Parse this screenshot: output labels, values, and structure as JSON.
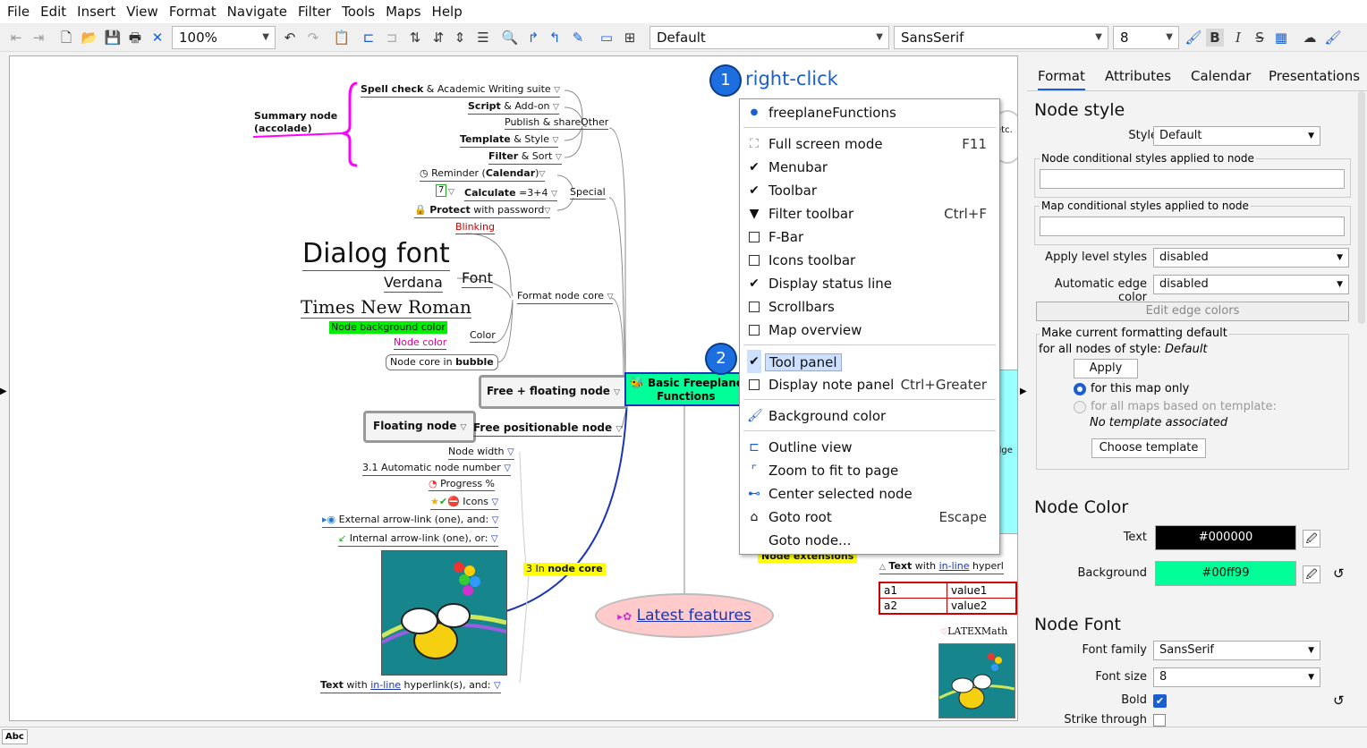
{
  "menubar": {
    "items": [
      "File",
      "Edit",
      "Insert",
      "View",
      "Format",
      "Navigate",
      "Filter",
      "Tools",
      "Maps",
      "Help"
    ]
  },
  "toolbar": {
    "zoom": "100%",
    "style": "Default",
    "font_family": "SansSerif",
    "font_size": "8",
    "icons": [
      "back-icon",
      "forward-icon",
      "new-map-icon",
      "open-icon",
      "save-icon",
      "print-icon",
      "close-icon",
      "undo-icon",
      "redo-icon",
      "paste-icon",
      "fold-icon",
      "unfold-icon",
      "find-icon",
      "bold-icon",
      "italic-icon",
      "strikethrough-icon",
      "cloud-icon"
    ]
  },
  "mindmap": {
    "summary_node": [
      "Summary node",
      "(accolade)"
    ],
    "other_group": {
      "label": "Other",
      "items": [
        {
          "bold": "Spell check",
          "rest": " & Academic Writing suite"
        },
        {
          "bold": "Script",
          "rest": " & Add-on"
        },
        {
          "bold": "",
          "rest": "Publish & share"
        },
        {
          "bold": "Template",
          "rest": " & Style"
        },
        {
          "bold": "Filter",
          "rest": " & Sort"
        }
      ]
    },
    "special_group": {
      "label": "Special",
      "reminder": [
        "Reminder (",
        "Calendar",
        ")"
      ],
      "calc_value": "7",
      "calculate": [
        "Calculate",
        " =3+4"
      ],
      "protect": [
        "Protect",
        " with password"
      ]
    },
    "format_group": {
      "label": "Format node core",
      "blinking": "Blinking",
      "font_label": "Font",
      "dialog_font": "Dialog font",
      "verdana": "Verdana",
      "times": "Times New Roman",
      "color_label": "Color",
      "bg_color": "Node background color",
      "node_color": "Node color",
      "bubble": [
        "Node core in ",
        "bubble"
      ]
    },
    "free_floating": "Free + floating node",
    "floating": "Floating node",
    "free_positionable": "Free positionable node",
    "core_group": {
      "label": [
        "3 In ",
        "node core"
      ],
      "node_width": "Node width",
      "auto_number": "3.1 Automatic node number",
      "progress": "Progress %",
      "icons": "Icons",
      "external": "External arrow-link (one), and:",
      "internal": "Internal arrow-link (one), or:",
      "text_link": [
        "Text",
        " with ",
        "in-line",
        " hyperlink(s), and:"
      ]
    },
    "root": [
      "Basic Freeplane",
      "Functions"
    ],
    "latest": "Latest features",
    "right": {
      "etc": "etc.",
      "edge": "dge",
      "extensions": "Node extensions",
      "text_link": [
        "Text",
        " with ",
        "in-line",
        " hyperl"
      ],
      "table": [
        [
          "a1",
          "value1"
        ],
        [
          "a2",
          "value2"
        ]
      ],
      "latex": "LATEXMath"
    }
  },
  "callouts": {
    "step1": "1",
    "step1_label": "right-click",
    "step2": "2"
  },
  "context_menu": {
    "items": [
      {
        "label": "freeplaneFunctions",
        "icon": "dot",
        "shortcut": ""
      },
      {
        "label": "Full screen mode",
        "icon": "fullscreen",
        "shortcut": "F11"
      },
      {
        "label": "Menubar",
        "icon": "check",
        "shortcut": ""
      },
      {
        "label": "Toolbar",
        "icon": "check",
        "shortcut": ""
      },
      {
        "label": "Filter toolbar",
        "icon": "filter",
        "shortcut": "Ctrl+F"
      },
      {
        "label": "F-Bar",
        "icon": "box",
        "shortcut": ""
      },
      {
        "label": "Icons toolbar",
        "icon": "box",
        "shortcut": ""
      },
      {
        "label": "Display status line",
        "icon": "check",
        "shortcut": ""
      },
      {
        "label": "Scrollbars",
        "icon": "box",
        "shortcut": ""
      },
      {
        "label": "Map overview",
        "icon": "box",
        "shortcut": ""
      },
      {
        "label": "Tool panel",
        "icon": "check",
        "shortcut": ""
      },
      {
        "label": "Display note panel",
        "icon": "box",
        "shortcut": "Ctrl+Greater"
      },
      {
        "label": "Background color",
        "icon": "palette",
        "shortcut": ""
      },
      {
        "label": "Outline view",
        "icon": "outline",
        "shortcut": ""
      },
      {
        "label": "Zoom to fit to page",
        "icon": "zoomfit",
        "shortcut": ""
      },
      {
        "label": "Center selected node",
        "icon": "center",
        "shortcut": ""
      },
      {
        "label": "Goto root",
        "icon": "home",
        "shortcut": "Escape"
      },
      {
        "label": "Goto node...",
        "icon": "",
        "shortcut": ""
      }
    ]
  },
  "panel": {
    "tabs": [
      "Format",
      "Attributes",
      "Calendar",
      "Presentations"
    ],
    "node_style": {
      "title": "Node style",
      "style_label": "Style",
      "style_value": "Default",
      "cond_node": "Node conditional styles applied to node",
      "cond_map": "Map conditional styles applied to node",
      "level_label": "Apply level styles",
      "level_value": "disabled",
      "edge_label": "Automatic edge color",
      "edge_value": "disabled",
      "edit_edge": "Edit edge colors",
      "make_default": "Make current formatting default",
      "for_all": "for all nodes of style: ",
      "for_all_style": "Default",
      "apply": "Apply",
      "radio_map": "for this map only",
      "radio_template": "for all maps based on template:",
      "no_template": "No template associated",
      "choose_template": "Choose template"
    },
    "node_color": {
      "title": "Node Color",
      "text_label": "Text",
      "text_value": "#000000",
      "bg_label": "Background",
      "bg_value": "#00ff99"
    },
    "node_font": {
      "title": "Node Font",
      "family_label": "Font family",
      "family_value": "SansSerif",
      "size_label": "Font size",
      "size_value": "8",
      "bold_label": "Bold",
      "strike_label": "Strike through"
    }
  },
  "status": {
    "abc": "Abc"
  }
}
